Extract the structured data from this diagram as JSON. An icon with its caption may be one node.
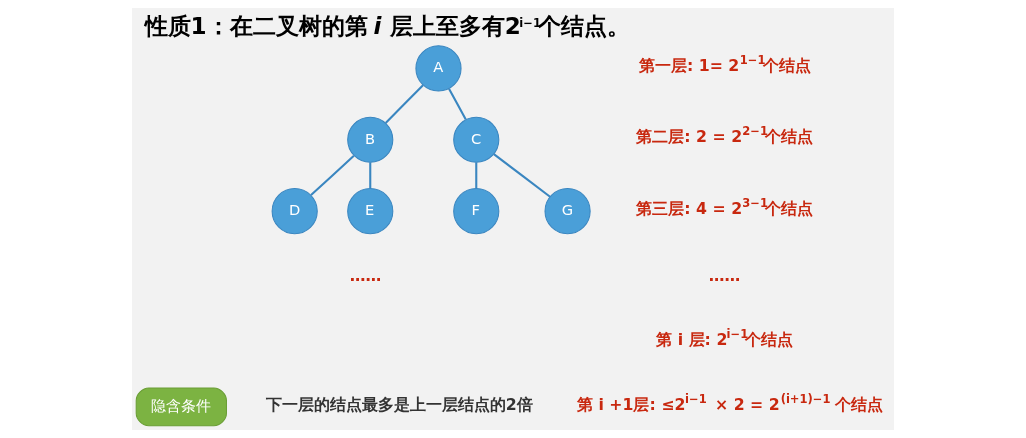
{
  "diagram": {
    "title": "性质1：在二叉树的第 *i* 层上至多有2$^{i−1}$个结点。",
    "nodes": [
      {
        "text": [
          "A"
        ]
      },
      {
        "text": [
          "B"
        ]
      },
      {
        "text": [
          "C"
        ]
      },
      {
        "text": [
          "D"
        ]
      },
      {
        "text": [
          "E"
        ]
      },
      {
        "text": [
          "F"
        ]
      },
      {
        "text": [
          "G"
        ]
      },
      {
        "text": [
          "隐含条件"
        ],
        "beside": [
          "下一层的结点最多是上一层结点的2倍"
        ]
      }
    ],
    "edges": [
      {
        "from": 0,
        "to": 1,
        "arrow": "none"
      },
      {
        "from": 0,
        "to": 2,
        "arrow": "none"
      },
      {
        "from": 1,
        "to": 3,
        "arrow": "none"
      },
      {
        "from": 1,
        "to": 4,
        "arrow": "none"
      },
      {
        "from": 2,
        "to": 5,
        "arrow": "none"
      },
      {
        "from": 2,
        "to": 6,
        "arrow": "none"
      }
    ],
    "labels": [
      "第一层: 1= 2$^{1−1}$个结点",
      "第二层: 2 = 2$^{2−1}$个结点",
      "第三层: 4 = 2$^{3−1}$个结点",
      "……",
      "……",
      "第 i 层: 2$^{i−1}$个结点",
      "第 i +1层: ≤2$^{i−1}$ × 2 = 2$^{(i+1)−1}$ 个结点"
    ]
  }
}
